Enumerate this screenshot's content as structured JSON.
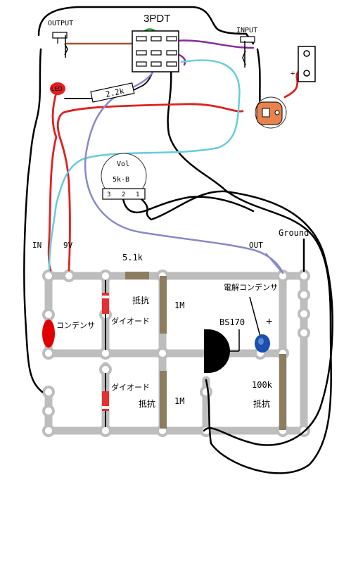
{
  "switch": {
    "label": "3PDT"
  },
  "jacks": {
    "output": "OUTPUT",
    "input": "INPUT"
  },
  "dc_jack": {
    "plus": "+"
  },
  "led": {
    "label": "LED"
  },
  "resistor_2k2": {
    "label": "2.2k"
  },
  "pot": {
    "name": "Vol",
    "value": "5k-B",
    "pins": [
      "3",
      "2",
      "1"
    ]
  },
  "board_labels": {
    "in": "IN",
    "nine_v": "9V",
    "out": "OUT",
    "ground": "Ground",
    "r_5k1": "5.1k",
    "resistor_a": "抵抗",
    "resistor_b": "抵抗",
    "resistor_c": "抵抗",
    "diode_a": "ダイオード",
    "diode_b": "ダイオード",
    "cap": "コンデンサ",
    "electrolytic": "電解コンデンサ",
    "plus": "+",
    "r1m_a": "1M",
    "r1m_b": "1M",
    "mosfet": "BS170",
    "r100k": "100k"
  },
  "colors": {
    "wire_black": "#000000",
    "wire_red": "#e02020",
    "wire_brown": "#a0522d",
    "wire_purple": "#8a2b9a",
    "wire_green": "#22aa22",
    "wire_cyan": "#66ccdd",
    "wire_lavender": "#8888cc",
    "board_trace": "#bdbdbd",
    "resistor_body": "#8b7d5e",
    "diode_body": "#e33030",
    "cap_body": "#e00000",
    "elec_cap": "#1a4fb0",
    "mosfet_body": "#000000",
    "pot_orange": "#e8834f"
  }
}
